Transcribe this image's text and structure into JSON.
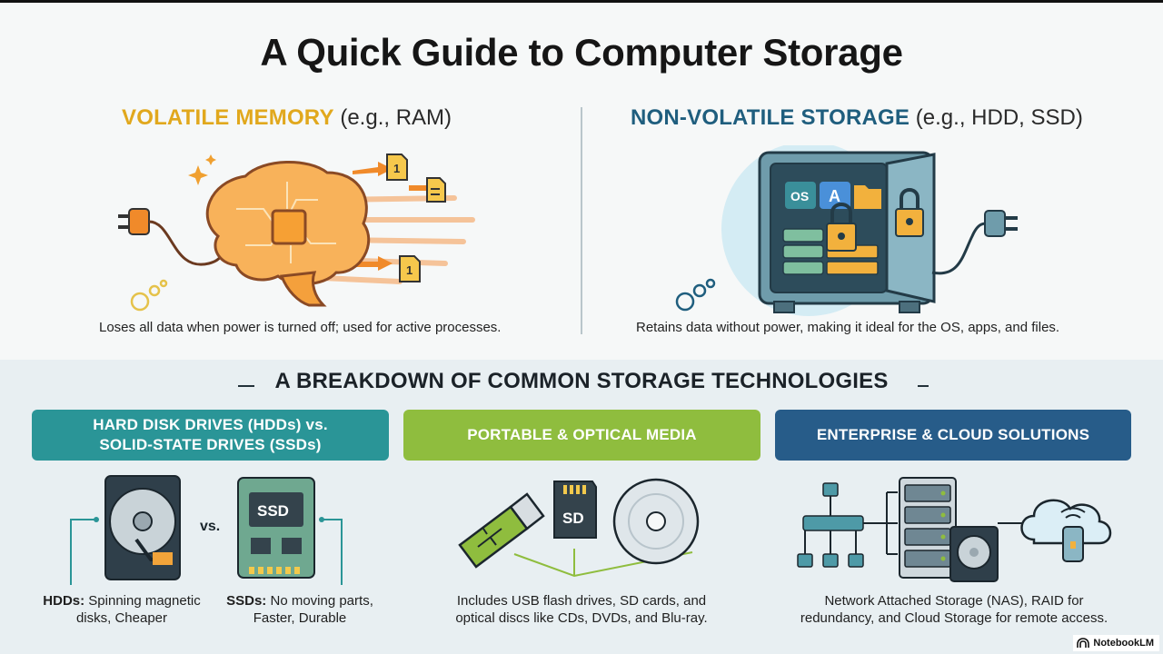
{
  "title": "A Quick Guide to Computer Storage",
  "volatile": {
    "heading_strong": "VOLATILE MEMORY",
    "heading_plain": " (e.g., RAM)",
    "caption": "Loses all data when power is turned off; used for active processes.",
    "file_labels": [
      "1",
      "1"
    ]
  },
  "nonvolatile": {
    "heading_strong": "NON-VOLATILE STORAGE",
    "heading_plain": " (e.g., HDD, SSD)",
    "caption": "Retains data without power, making it ideal for the OS, apps, and files.",
    "safe_labels": {
      "os": "OS",
      "apps": "A"
    }
  },
  "breakdown": {
    "title": "A BREAKDOWN OF COMMON STORAGE TECHNOLOGIES",
    "categories": [
      {
        "line1": "HARD DISK DRIVES (HDDs) vs.",
        "line2": "SOLID-STATE DRIVES (SSDs)"
      },
      {
        "line1": "PORTABLE & OPTICAL MEDIA",
        "line2": ""
      },
      {
        "line1": "ENTERPRISE & CLOUD SOLUTIONS",
        "line2": ""
      }
    ],
    "hdd_ssd": {
      "vs": "vs.",
      "ssd_chip_label": "SSD",
      "hdd_bold": "HDDs:",
      "hdd_text_1": " Spinning magnetic",
      "hdd_text_2": "disks, Cheaper",
      "ssd_bold": "SSDs:",
      "ssd_text_1": " No moving parts,",
      "ssd_text_2": "Faster, Durable"
    },
    "portable": {
      "sd_label": "SD",
      "text_1": "Includes USB flash drives, SD cards, and",
      "text_2": "optical discs like CDs, DVDs, and Blu-ray."
    },
    "enterprise": {
      "text_1": "Network Attached Storage (NAS), RAID for",
      "text_2": "redundancy, and Cloud Storage for remote access."
    }
  },
  "brand": "NotebookLM",
  "colors": {
    "volatile": "#e1a81d",
    "nonvolatile": "#1f5e7e",
    "teal": "#2a9597",
    "green": "#8fbd3e",
    "navy": "#275c89"
  }
}
